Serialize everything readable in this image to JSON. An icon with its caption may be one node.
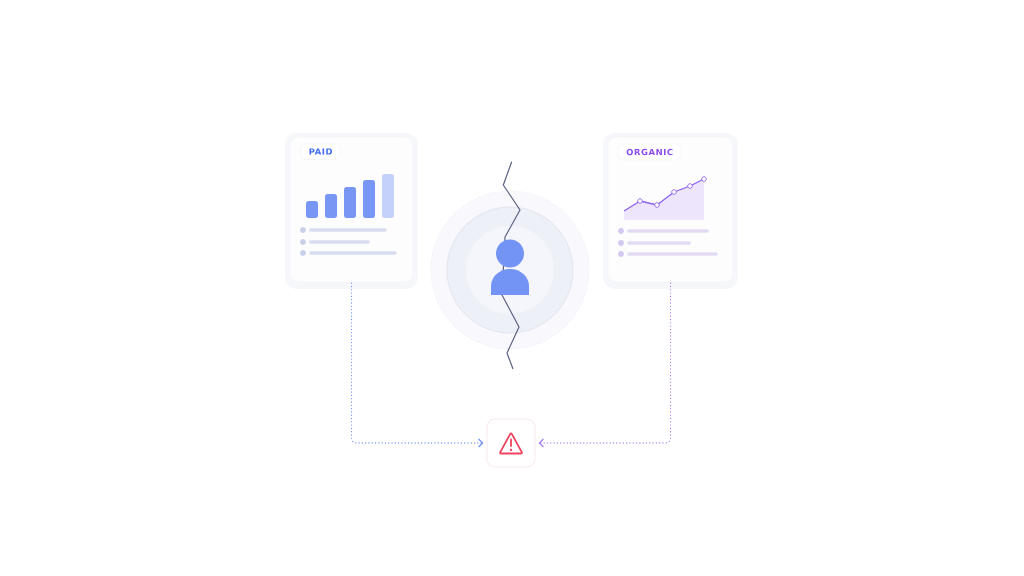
{
  "diagram": {
    "nodes": [
      {
        "text": [
          "PAID"
        ]
      },
      {
        "text": [
          "ORGANIC"
        ]
      },
      {
        "text": [],
        "shape": "box"
      }
    ],
    "edges": [
      {
        "from": 0,
        "to": 2,
        "arrow": "to",
        "style": "dashed",
        "color": "#6f8ff5"
      },
      {
        "from": 1,
        "to": 2,
        "arrow": "to",
        "style": "dashed",
        "color": "#a97df2"
      }
    ]
  }
}
